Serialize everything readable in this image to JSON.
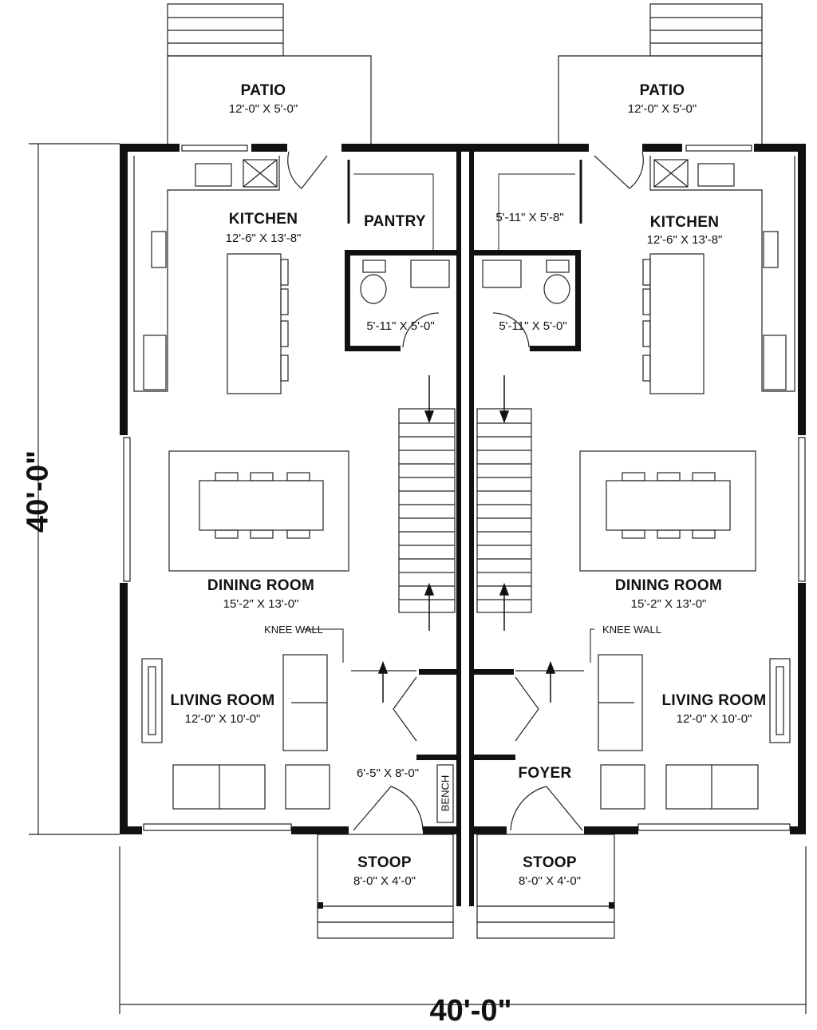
{
  "dimensions": {
    "overall_width": "40'-0\"",
    "overall_depth": "40'-0\""
  },
  "left_unit": {
    "patio": {
      "name": "PATIO",
      "size": "12'-0\" X 5'-0\""
    },
    "kitchen": {
      "name": "KITCHEN",
      "size": "12'-6\" X 13'-8\""
    },
    "pantry": {
      "name": "PANTRY"
    },
    "bath": {
      "size": "5'-11\" X 5'-0\""
    },
    "dining": {
      "name": "DINING ROOM",
      "size": "15'-2\" X 13'-0\""
    },
    "knee_wall": "KNEE WALL",
    "living": {
      "name": "LIVING ROOM",
      "size": "12'-0\" X 10'-0\""
    },
    "foyer": {
      "size": "6'-5\" X 8'-0\""
    },
    "bench": "BENCH",
    "stoop": {
      "name": "STOOP",
      "size": "8'-0\" X 4'-0\""
    }
  },
  "right_unit": {
    "patio": {
      "name": "PATIO",
      "size": "12'-0\" X 5'-0\""
    },
    "kitchen": {
      "name": "KITCHEN",
      "size": "12'-6\" X 13'-8\""
    },
    "pantry": {
      "size": "5'-11\" X 5'-8\""
    },
    "bath": {
      "size": "5'-11\" X 5'-0\""
    },
    "dining": {
      "name": "DINING ROOM",
      "size": "15'-2\" X 13'-0\""
    },
    "knee_wall": "KNEE WALL",
    "living": {
      "name": "LIVING ROOM",
      "size": "12'-0\" X 10'-0\""
    },
    "foyer": {
      "name": "FOYER"
    },
    "stoop": {
      "name": "STOOP",
      "size": "8'-0\" X 4'-0\""
    }
  }
}
